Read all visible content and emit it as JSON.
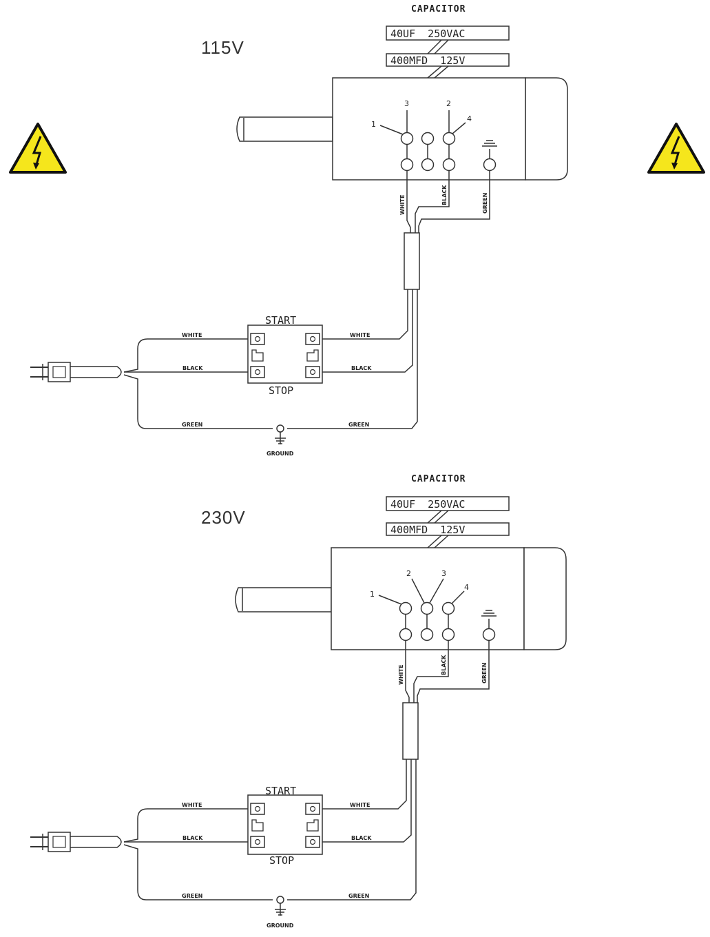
{
  "warnings": {
    "icon": "high-voltage-icon",
    "fill": "#f5e61c",
    "stroke": "#111111"
  },
  "diagrams": [
    {
      "voltage": "115V",
      "capacitor": {
        "title": "CAPACITOR",
        "rating1": "40UF  250VAC",
        "rating2": "400MFD  125V"
      },
      "terminals": {
        "t1": "1",
        "t2": "3",
        "t3": "2",
        "t4": "4"
      },
      "motor_wires": {
        "white": "WHITE",
        "black": "BLACK",
        "green": "GREEN"
      },
      "switch": {
        "start": "START",
        "stop": "STOP"
      },
      "line_wires": {
        "white_left": "WHITE",
        "white_right": "WHITE",
        "black_left": "BLACK",
        "black_right": "BLACK",
        "green_left": "GREEN",
        "green_right": "GREEN"
      },
      "ground": "GROUND"
    },
    {
      "voltage": "230V",
      "capacitor": {
        "title": "CAPACITOR",
        "rating1": "40UF  250VAC",
        "rating2": "400MFD  125V"
      },
      "terminals": {
        "t1": "1",
        "t2": "2",
        "t3": "3",
        "t4": "4"
      },
      "motor_wires": {
        "white": "WHITE",
        "black": "BLACK",
        "green": "GREEN"
      },
      "switch": {
        "start": "START",
        "stop": "STOP"
      },
      "line_wires": {
        "white_left": "WHITE",
        "white_right": "WHITE",
        "black_left": "BLACK",
        "black_right": "BLACK",
        "green_left": "GREEN",
        "green_right": "GREEN"
      },
      "ground": "GROUND"
    }
  ]
}
